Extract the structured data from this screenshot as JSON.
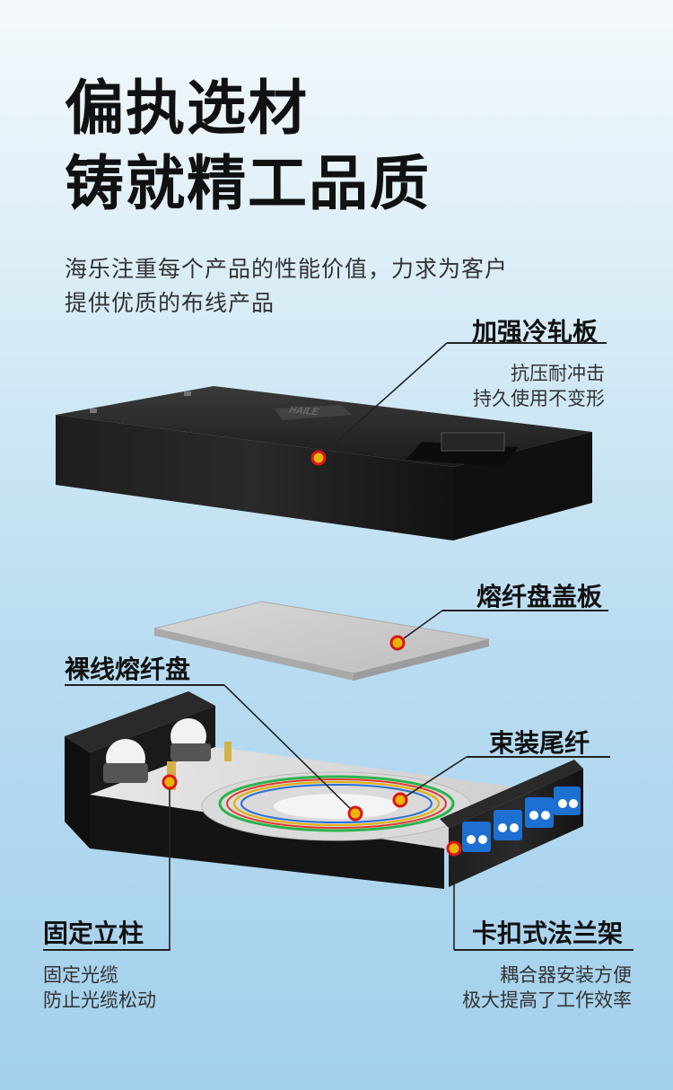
{
  "headline": {
    "line1": "偏执选材",
    "line2": "铸就精工品质"
  },
  "intro": {
    "line1": "海乐注重每个产品的性能价值，力求为客户",
    "line2": "提供优质的布线产品"
  },
  "callouts": {
    "top_cover": {
      "title": "加强冷轧板",
      "desc1": "抗压耐冲击",
      "desc2": "持久使用不变形"
    },
    "splice_cover": {
      "title": "熔纤盘盖板"
    },
    "tray": {
      "title": "裸线熔纤盘"
    },
    "pigtail": {
      "title": "束装尾纤"
    },
    "post": {
      "title": "固定立柱",
      "desc1": "固定光缆",
      "desc2": "防止光缆松动"
    },
    "flange": {
      "title": "卡扣式法兰架",
      "desc1": "耦合器安装方便",
      "desc2": "极大提高了工作效率"
    }
  },
  "brand_mark": "HAILE",
  "colors": {
    "marker_fill": "#e8b400",
    "marker_ring": "#d9161c",
    "adapter_blue": "#1d6fd1",
    "panel_black": "#161616",
    "plate_grey": "#c9c9c9"
  }
}
